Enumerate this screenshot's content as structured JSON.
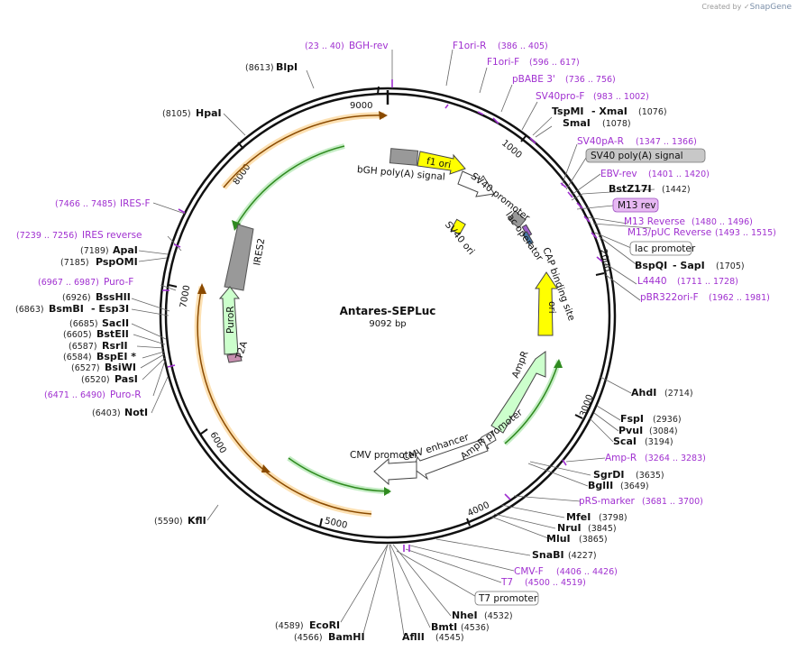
{
  "brand": {
    "created_by": "Created by",
    "name": "SnapGene"
  },
  "plasmid": {
    "name": "Antares-SEPLuc",
    "size_label": "9092 bp",
    "length": 9092
  },
  "ticks": [
    "1000",
    "2000",
    "3000",
    "4000",
    "5000",
    "6000",
    "7000",
    "8000",
    "9000"
  ],
  "enzymes": [
    {
      "name": "BlpI",
      "pos": "(8613)",
      "bp": 8613
    },
    {
      "name": "HpaI",
      "pos": "(8105)",
      "bp": 8105
    },
    {
      "name": "TspMI",
      "pos": "",
      "bp": 1076
    },
    {
      "name": "- XmaI",
      "pos": "(1076)",
      "bp": 1076
    },
    {
      "name": "SmaI",
      "pos": "(1078)",
      "bp": 1078
    },
    {
      "name": "BstZ17I",
      "pos": "(1442)",
      "bp": 1442
    },
    {
      "name": "BspQI",
      "pos": "",
      "bp": 1705
    },
    {
      "name": "- SapI",
      "pos": "(1705)",
      "bp": 1705
    },
    {
      "name": "AhdI",
      "pos": "(2714)",
      "bp": 2714
    },
    {
      "name": "FspI",
      "pos": "(2936)",
      "bp": 2936
    },
    {
      "name": "PvuI",
      "pos": "(3084)",
      "bp": 3084
    },
    {
      "name": "ScaI",
      "pos": "(3194)",
      "bp": 3194
    },
    {
      "name": "SgrDI",
      "pos": "(3635)",
      "bp": 3635
    },
    {
      "name": "BglII",
      "pos": "(3649)",
      "bp": 3649
    },
    {
      "name": "MfeI",
      "pos": "(3798)",
      "bp": 3798
    },
    {
      "name": "NruI",
      "pos": "(3845)",
      "bp": 3845
    },
    {
      "name": "MluI",
      "pos": "(3865)",
      "bp": 3865
    },
    {
      "name": "SnaBI",
      "pos": "(4227)",
      "bp": 4227
    },
    {
      "name": "NheI",
      "pos": "(4532)",
      "bp": 4532
    },
    {
      "name": "BmtI",
      "pos": "(4536)",
      "bp": 4536
    },
    {
      "name": "AflII",
      "pos": "(4545)",
      "bp": 4545
    },
    {
      "name": "BamHI",
      "pos": "(4566)",
      "bp": 4566
    },
    {
      "name": "EcoRI",
      "pos": "(4589)",
      "bp": 4589
    },
    {
      "name": "KflI",
      "pos": "(5590)",
      "bp": 5590
    },
    {
      "name": "NotI",
      "pos": "(6403)",
      "bp": 6403
    },
    {
      "name": "PasI",
      "pos": "(6520)",
      "bp": 6520
    },
    {
      "name": "BsiWI",
      "pos": "(6527)",
      "bp": 6527
    },
    {
      "name": "BspEI *",
      "pos": "(6584)",
      "bp": 6584
    },
    {
      "name": "RsrII",
      "pos": "(6587)",
      "bp": 6587
    },
    {
      "name": "BstEII",
      "pos": "(6605)",
      "bp": 6605
    },
    {
      "name": "SacII",
      "pos": "(6685)",
      "bp": 6685
    },
    {
      "name": "BsmBI",
      "pos": "(6863)",
      "bp": 6863
    },
    {
      "name": "- Esp3I",
      "pos": "",
      "bp": 6863
    },
    {
      "name": "BssHII",
      "pos": "(6926)",
      "bp": 6926
    },
    {
      "name": "PspOMI",
      "pos": "(7185)",
      "bp": 7185
    },
    {
      "name": "ApaI",
      "pos": "(7189)",
      "bp": 7189
    }
  ],
  "primers": [
    {
      "name": "BGH-rev",
      "range": "(23 .. 40)",
      "bp": 30
    },
    {
      "name": "F1ori-R",
      "range": "(386 .. 405)",
      "bp": 395
    },
    {
      "name": "F1ori-F",
      "range": "(596 .. 617)",
      "bp": 606
    },
    {
      "name": "pBABE 3'",
      "range": "(736 .. 756)",
      "bp": 746
    },
    {
      "name": "SV40pro-F",
      "range": "(983 .. 1002)",
      "bp": 992
    },
    {
      "name": "SV40pA-R",
      "range": "(1347 .. 1366)",
      "bp": 1356
    },
    {
      "name": "EBV-rev",
      "range": "(1401 .. 1420)",
      "bp": 1410
    },
    {
      "name": "M13 Reverse",
      "range": "(1480 .. 1496)",
      "bp": 1488
    },
    {
      "name": "M13/pUC Reverse",
      "range": "(1493 .. 1515)",
      "bp": 1504
    },
    {
      "name": "L4440",
      "range": "(1711 .. 1728)",
      "bp": 1720
    },
    {
      "name": "pBR322ori-F",
      "range": "(1962 .. 1981)",
      "bp": 1971
    },
    {
      "name": "Amp-R",
      "range": "(3264 .. 3283)",
      "bp": 3273
    },
    {
      "name": "pRS-marker",
      "range": "(3681 .. 3700)",
      "bp": 3690
    },
    {
      "name": "CMV-F",
      "range": "(4406 .. 4426)",
      "bp": 4416
    },
    {
      "name": "T7",
      "range": "(4500 .. 4519)",
      "bp": 4510
    },
    {
      "name": "Puro-R",
      "range": "(6471 .. 6490)",
      "bp": 6480
    },
    {
      "name": "Puro-F",
      "range": "(6967 .. 6987)",
      "bp": 6977
    },
    {
      "name": "IRES reverse",
      "range": "(7239 .. 7256)",
      "bp": 7247
    },
    {
      "name": "IRES-F",
      "range": "(7466 .. 7485)",
      "bp": 7475
    }
  ],
  "boxed_labels": [
    {
      "name": "SV40 poly(A) signal",
      "style": "gray"
    },
    {
      "name": "M13 rev",
      "style": "purple"
    },
    {
      "name": "lac promoter",
      "style": "white"
    },
    {
      "name": "T7 promoter",
      "style": "white"
    }
  ],
  "features": [
    {
      "name": "f1 ori",
      "color": "#ffff00"
    },
    {
      "name": "ori",
      "color": "#ffff00"
    },
    {
      "name": "AmpR",
      "color": "#ccffcc"
    },
    {
      "name": "PuroR",
      "color": "#ccffcc"
    },
    {
      "name": "IRES2",
      "color": "#999999"
    },
    {
      "name": "T2A",
      "color": ""
    },
    {
      "name": "SV40 ori",
      "color": "#ffff00"
    },
    {
      "name": "bGH poly(A) signal",
      "color": "#999999"
    },
    {
      "name": "SV40 promoter",
      "color": "#ffffff"
    },
    {
      "name": "lac operator",
      "color": ""
    },
    {
      "name": "CAP binding site",
      "color": ""
    },
    {
      "name": "AmpR promoter",
      "color": "#ffffff"
    },
    {
      "name": "CMV enhancer",
      "color": "#ffffff"
    },
    {
      "name": "CMV promoter",
      "color": "#ffffff"
    }
  ],
  "colors": {
    "primer": "#a030d0",
    "orange_orf": "#f5a623",
    "green_orf": "#2f8a1f",
    "backbone": "#111111"
  }
}
